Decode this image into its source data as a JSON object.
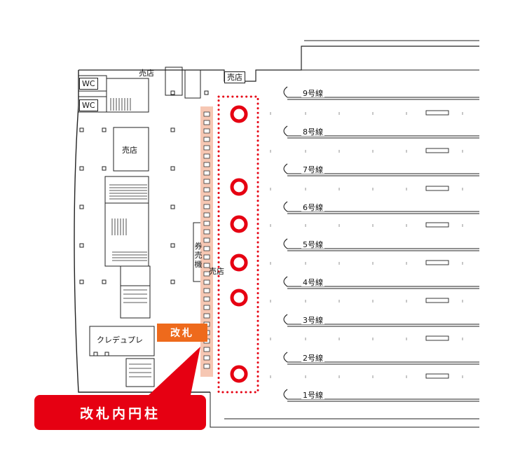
{
  "labels": {
    "wc_upper": "WC",
    "wc_lower": "WC",
    "shop_top_left": "売店",
    "shop_top_right": "売店",
    "shop_mid": "売店",
    "shop_concourse": "売店",
    "ticket_machine": "券売機",
    "creperie": "クレデュプレ"
  },
  "tracks": [
    "9号線",
    "8号線",
    "7号線",
    "6号線",
    "5号線",
    "4号線",
    "3号線",
    "2号線",
    "1号線"
  ],
  "gate_label": "改札",
  "callout_label": "改札内円柱",
  "colors": {
    "pillar_ring": "#e60012",
    "dotted_zone": "#e60012",
    "gate_band": "#f6c7b3",
    "gate_label_bg": "#ee6a1c",
    "callout_bg": "#e60012",
    "wall": "#222222"
  },
  "pillars_marked": 6
}
